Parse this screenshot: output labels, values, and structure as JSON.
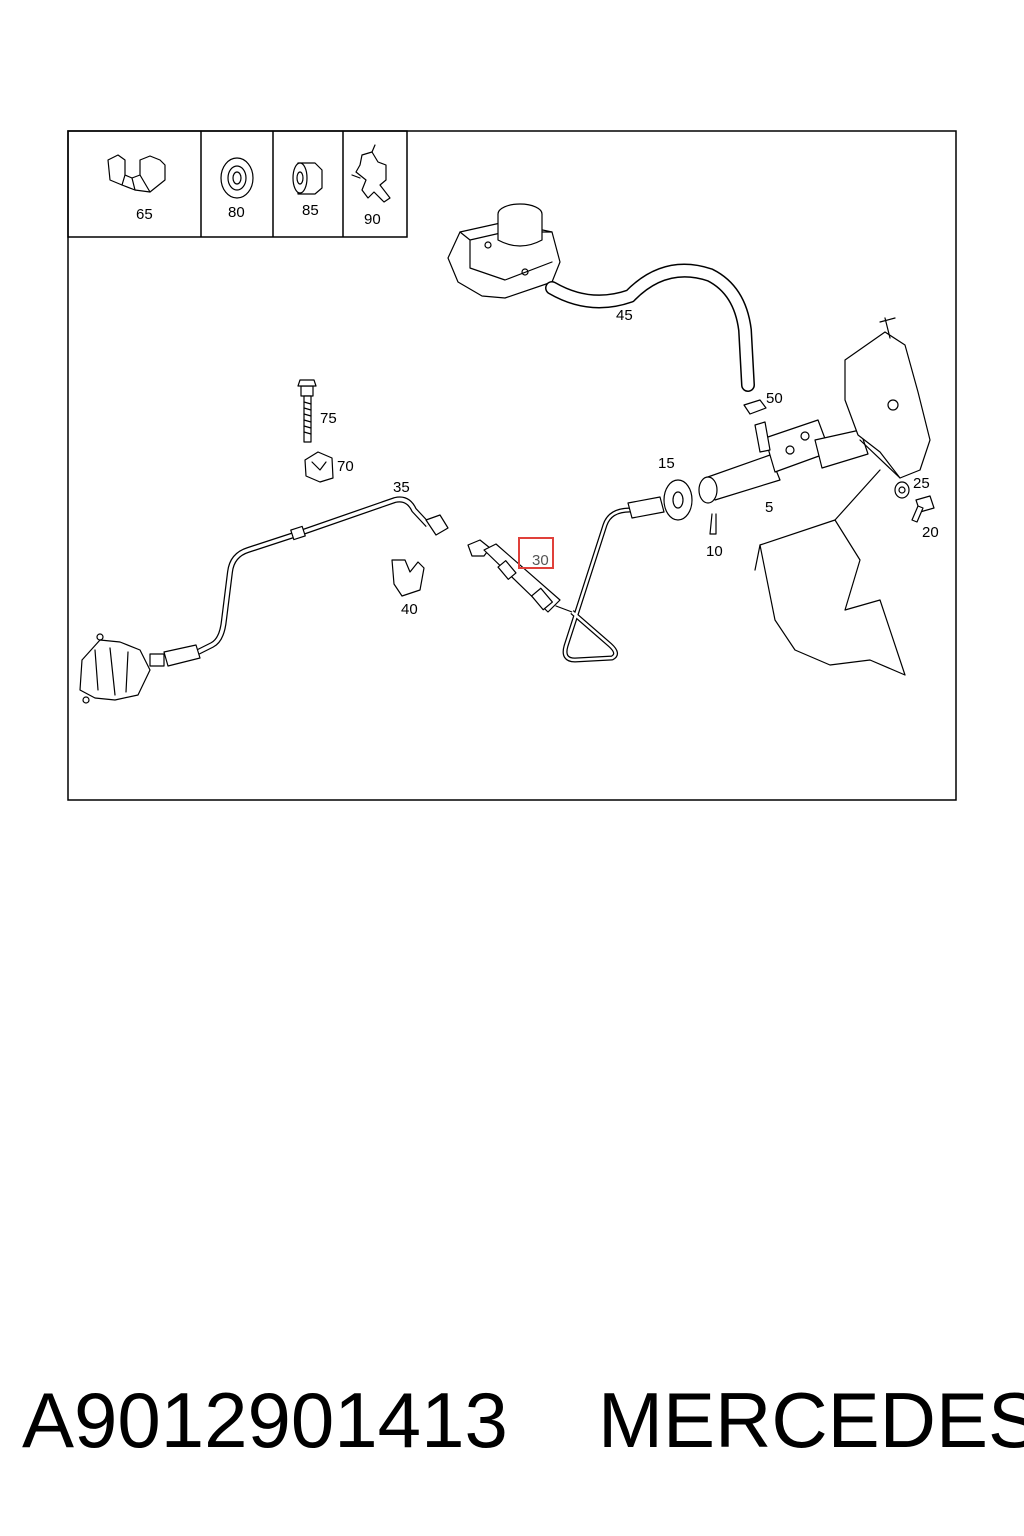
{
  "inset_labels": [
    "65",
    "80",
    "85",
    "90"
  ],
  "callouts": {
    "c45": "45",
    "c50": "50",
    "c75": "75",
    "c70": "70",
    "c35": "35",
    "c15": "15",
    "c5": "5",
    "c25": "25",
    "c20": "20",
    "c10": "10",
    "c40": "40",
    "c30": "30"
  },
  "highlight": {
    "label": "30",
    "color": "#e0403a"
  },
  "footer": {
    "part_number": "A9012901413",
    "brand": "MERCEDES"
  }
}
